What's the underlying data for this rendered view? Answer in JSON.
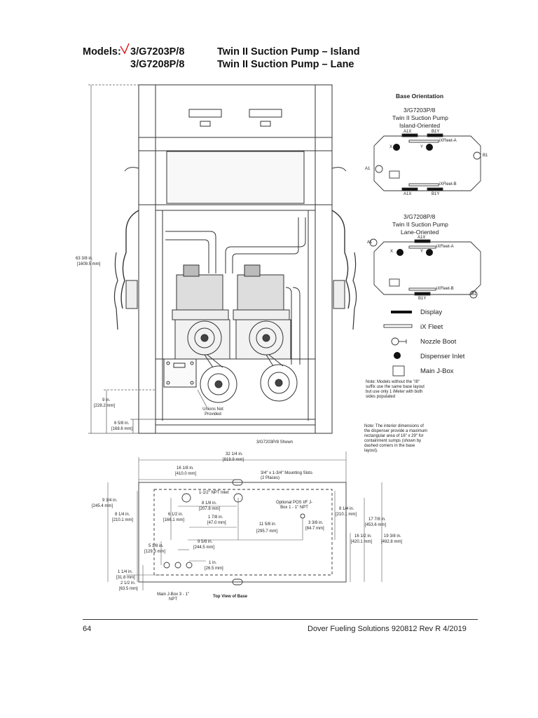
{
  "header": {
    "models_label": "Models:",
    "model_1": "3/G7203P/8",
    "model_2": "3/G7208P/8",
    "desc_1": "Twin II Suction Pump – Island",
    "desc_2": "Twin II Suction Pump – Lane"
  },
  "base_orientation": {
    "title": "Base Orientation",
    "island": {
      "model": "3/G7203P/8",
      "name": "Twin II Suction Pump",
      "orientation": "Island-Oriented",
      "labels": {
        "a1x_top": "A1X",
        "b1y_top": "B1Y",
        "a1x_bottom": "A1X",
        "b1y_bottom": "B1Y",
        "x": "X",
        "y": "Y",
        "fleet_a": "iXFleet-A",
        "fleet_b": "iXFleet-B",
        "a1": "A1",
        "b1": "B1"
      }
    },
    "lane": {
      "model": "3/G7208P/8",
      "name": "Twin II Suction Pump",
      "orientation": "Lane-Oriented",
      "labels": {
        "a1x": "A1X",
        "b1y": "B1Y",
        "x": "X",
        "y": "Y",
        "fleet_a": "iXFleet-A",
        "fleet_b": "iXFleet-B",
        "a1": "A1",
        "b1": "B1"
      }
    }
  },
  "legend": {
    "display": "Display",
    "ix_fleet": "iX Fleet",
    "nozzle_boot": "Nozzle Boot",
    "dispenser_inlet": "Dispenser Inlet",
    "main_jbox": "Main J-Box"
  },
  "notes": {
    "models_note": "Note: Models without the \"/8\" suffix use the same base layout but use only 1 iMeter with both sides populated",
    "interior_note": "Note: The interior dimensions of the dispenser provide a maximum rectangular area of 16\" x 29\" for containment sumps (shown by dashed corners in the base layout)."
  },
  "elevation": {
    "height_in": "63 3/8 in.",
    "height_mm": "[1609.5 mm]",
    "dim_9_in": "9 in.",
    "dim_9_mm": "[228.2 mm]",
    "dim_658_in": "6 5/8 in.",
    "dim_658_mm": "[168.6 mm]",
    "unions": "Unions Not Provided",
    "caption": "3/G7203P/8 Shown"
  },
  "base_view": {
    "overall_w_in": "32 1/4 in.",
    "overall_w_mm": "[819.9 mm]",
    "d_16_in": "16 1/8 in.",
    "d_16_mm": "[410.0 mm]",
    "slots": "3/4\" x 1-3/4\" Mounting Slots (2 Places)",
    "npt_inlet": "1-1/2\" NPT Inlet",
    "d_934_in": "9 3/4 in.",
    "d_934_mm": "[245.4 mm]",
    "d_814_in": "8 1/4 in.",
    "d_814_mm": "[210.1 mm]",
    "d_612_in": "6 1/2 in.",
    "d_612_mm": "[166.1 mm]",
    "d_818_in": "8 1/8 in.",
    "d_818_mm": "[207.8 mm]",
    "d_178_in": "1 7/8 in.",
    "d_178_mm": "[47.0 mm]",
    "pos_jbox": "Optional POS I/F J-Box 1 - 1\" NPT",
    "d_1158_in": "11 5/8 in.",
    "d_1158_mm": "[295.7 mm]",
    "d_338_in": "3 3/8 in.",
    "d_338_mm": "[84.7 mm]",
    "d_814r_in": "8 1/4 in.",
    "d_814r_mm": "[210.1 mm]",
    "d_1778_in": "17 7/8 in.",
    "d_1778_mm": "[453.6 mm]",
    "d_1612_in": "16 1/2 in.",
    "d_1612_mm": "[420.1 mm]",
    "d_1938_in": "19 3/8 in.",
    "d_1938_mm": "[492.8 mm]",
    "d_518_in": "5 1/8 in.",
    "d_518_mm": "[129.3 mm]",
    "d_958_in": "9 5/8 in.",
    "d_958_mm": "[244.5 mm]",
    "d_1_in": "1 in.",
    "d_1_mm": "[26.5 mm]",
    "d_114_in": "1 1/4 in.",
    "d_114_mm": "[31.8 mm]",
    "d_212_in": "2 1/2 in.",
    "d_212_mm": "[63.5 mm]",
    "main_jbox": "Main J-Box 3 - 1\" NPT",
    "caption": "Top View of Base"
  },
  "footer": {
    "page_number": "64",
    "doc_ref": "Dover Fueling Solutions  920812  Rev R  4/2019"
  }
}
